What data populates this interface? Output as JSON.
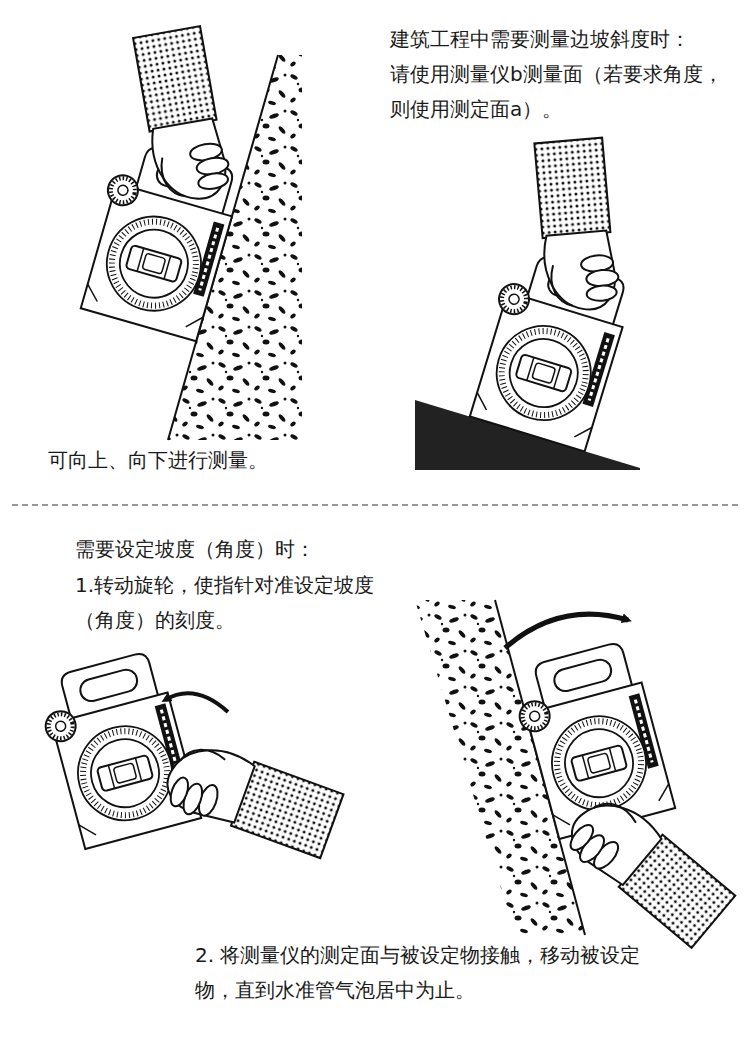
{
  "diagram": {
    "labels": [
      "建筑工程中需要测量边坡斜度时：",
      "请使用测量仪b测量面（若要求角度，则使用测定面a）。",
      "可向上、向下进行测量。",
      "需要设定坡度（角度）时：",
      "1.转动旋轮，使指针对准设定坡度（角度）的刻度。",
      "2. 将测量仪的测定面与被设定物接触，移动被设定物，直到水准管气泡居中为止。"
    ]
  }
}
